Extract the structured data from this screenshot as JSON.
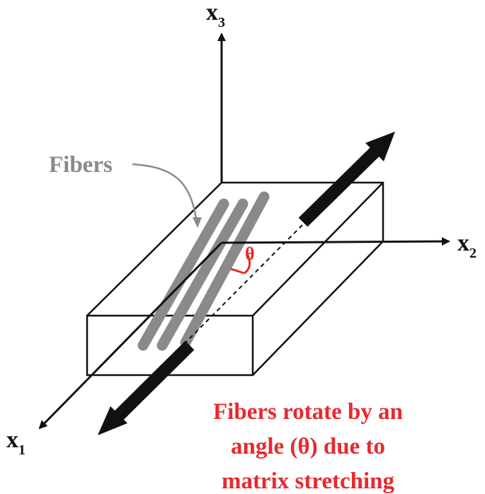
{
  "axes": {
    "x1": {
      "letter": "x",
      "subscript": "1"
    },
    "x2": {
      "letter": "x",
      "subscript": "2"
    },
    "x3": {
      "letter": "x",
      "subscript": "3"
    }
  },
  "fibers_label": "Fibers",
  "angle_label": "θ",
  "caption": {
    "line1": "Fibers rotate by an",
    "line2": "angle (θ) due to",
    "line3": "matrix stretching"
  },
  "colors": {
    "ink": "#111111",
    "fiber": "#8a8a8a",
    "highlight": "#e8292e"
  }
}
